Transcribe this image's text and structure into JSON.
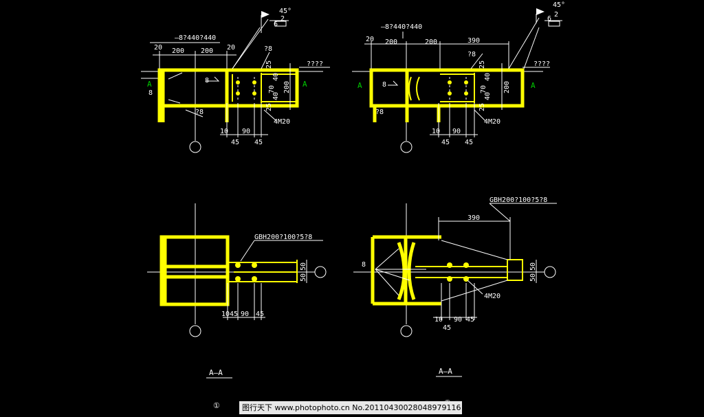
{
  "drawing": {
    "colors": {
      "background": "#000000",
      "steel": "#ffff00",
      "lines": "#ffffff",
      "section_marker": "#00cc00"
    },
    "plan1": {
      "plate_spec": "—8?440?440",
      "weld_mark": "?8",
      "weld_mark2": "?8",
      "fillet": "8",
      "fillet2": "8",
      "elevation": "????",
      "section_marker": "A",
      "bolts": "4M20",
      "dims_top": [
        "20",
        "200",
        "200",
        "20"
      ],
      "dims_right": [
        "25",
        "40",
        "70",
        "40",
        "25",
        "200"
      ],
      "dims_bottom": [
        "10",
        "90",
        "45",
        "45"
      ],
      "weld_symbol_angle": "45°",
      "weld_symbol_a": "2",
      "weld_symbol_b": "6"
    },
    "plan2": {
      "plate_spec": "—8?440?440",
      "weld_mark": "?8",
      "weld_mark2": "?8",
      "fillet": "8",
      "elevation": "????",
      "section_marker": "A",
      "bolts": "4M20",
      "dims_top": [
        "20",
        "200",
        "200",
        "390"
      ],
      "dims_right": [
        "25",
        "40",
        "70",
        "40",
        "25",
        "200"
      ],
      "dims_bottom": [
        "10",
        "90",
        "45",
        "45"
      ],
      "weld_symbol_angle": "45°",
      "weld_symbol_a": "2",
      "weld_symbol_b": "6"
    },
    "section1": {
      "beam_spec": "GBH200?100?5?8",
      "dims_bottom": [
        "10",
        "45",
        "90",
        "45"
      ],
      "dims_right": [
        "50",
        "50"
      ],
      "title": "A—A",
      "number": "①"
    },
    "section2": {
      "beam_spec": "GBH200?100?5?8",
      "dim_top": "390",
      "bolts": "4M20",
      "fillet": "8",
      "dims_bottom": [
        "10",
        "90",
        "45",
        "45"
      ],
      "dims_right": [
        "50",
        "50"
      ],
      "title": "A—A",
      "number": "②"
    },
    "watermark": "图行天下 www.photophoto.cn   No.20110430028048979116"
  }
}
